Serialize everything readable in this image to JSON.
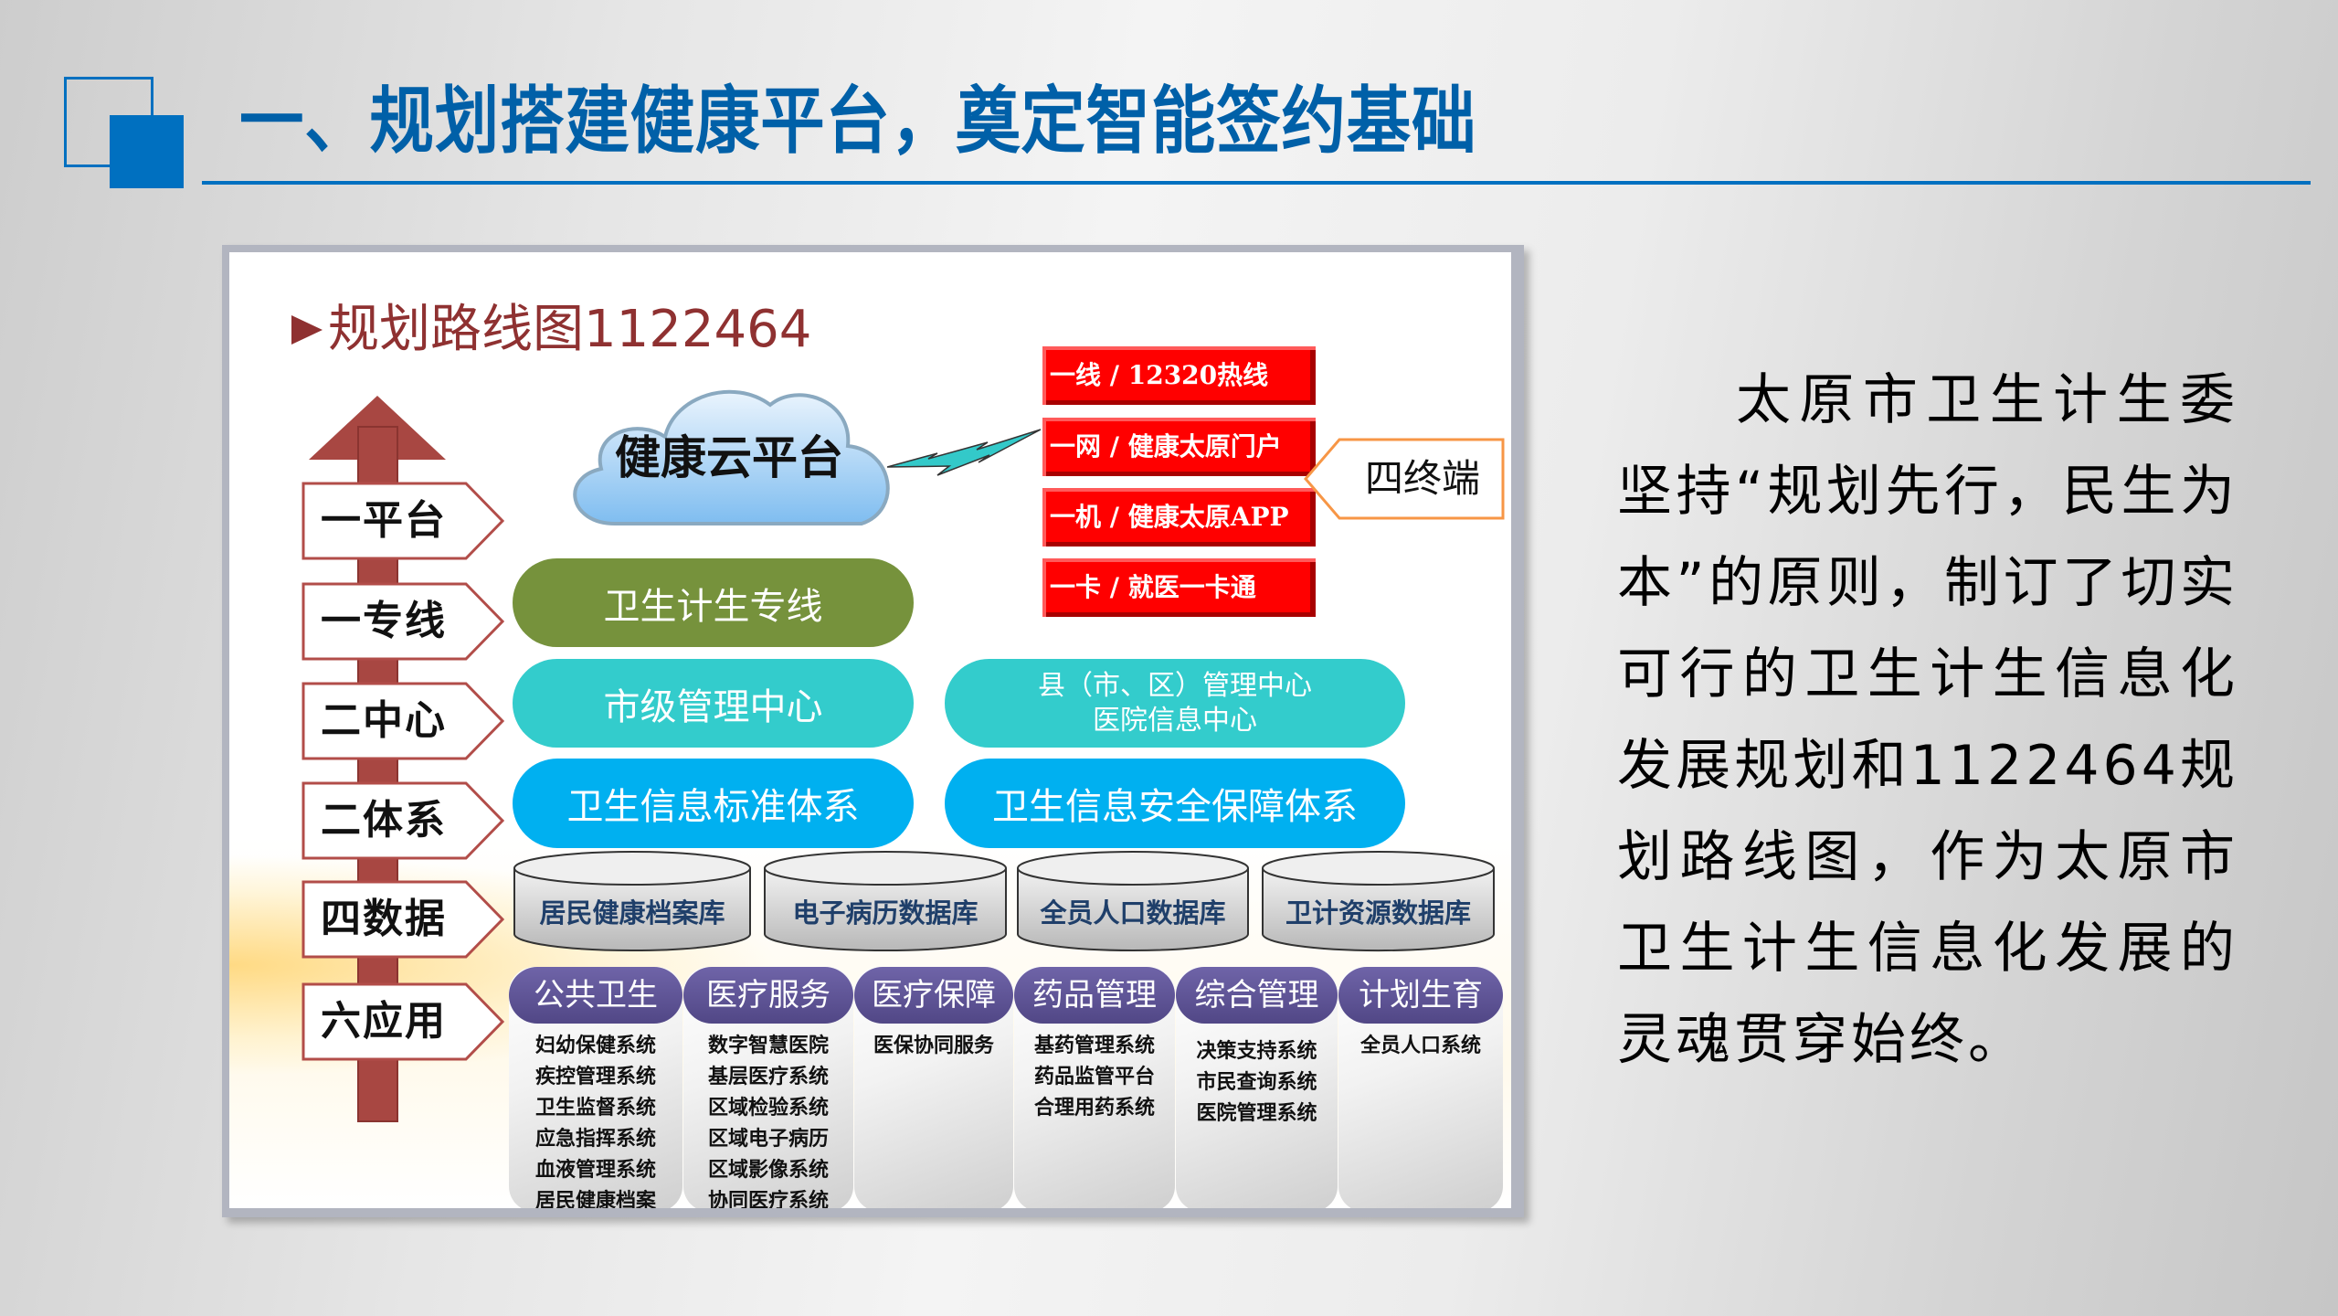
{
  "header": {
    "title": "一、规划搭建健康平台，奠定智能签约基础"
  },
  "diagram": {
    "title": "规划路线图1122464",
    "bullet_icon": "arrow-bullet-icon",
    "ladder": [
      {
        "label": "一平台"
      },
      {
        "label": "一专线"
      },
      {
        "label": "二中心"
      },
      {
        "label": "二体系"
      },
      {
        "label": "四数据"
      },
      {
        "label": "六应用"
      }
    ],
    "cloud": {
      "label": "健康云平台",
      "icon": "cloud-icon"
    },
    "lightning_icon": "lightning-bolt-icon",
    "private_line": "卫生计生专线",
    "centers": {
      "city": "市级管理中心",
      "county_line1": "县（市、区）管理中心",
      "county_line2": "医院信息中心"
    },
    "systems": {
      "standard": "卫生信息标准体系",
      "security": "卫生信息安全保障体系"
    },
    "databases": [
      {
        "label": "居民健康档案库"
      },
      {
        "label": "电子病历数据库"
      },
      {
        "label": "全员人口数据库"
      },
      {
        "label": "卫计资源数据库"
      }
    ],
    "applications": [
      {
        "title": "公共卫生",
        "items": [
          "妇幼保健系统",
          "疾控管理系统",
          "卫生监督系统",
          "应急指挥系统",
          "血液管理系统",
          "居民健康档案"
        ]
      },
      {
        "title": "医疗服务",
        "items": [
          "数字智慧医院",
          "基层医疗系统",
          "区域检验系统",
          "区域电子病历",
          "区域影像系统",
          "协同医疗系统"
        ]
      },
      {
        "title": "医疗保障",
        "items": [
          "医保协同服务"
        ]
      },
      {
        "title": "药品管理",
        "items": [
          "基药管理系统",
          "药品监管平台",
          "合理用药系统"
        ]
      },
      {
        "title": "综合管理",
        "items": [
          "决策支持系统",
          "市民查询系统",
          "医院管理系统"
        ]
      },
      {
        "title": "计划生育",
        "items": [
          "全员人口系统"
        ]
      }
    ],
    "terminals": [
      {
        "label": "一线 / 12320热线"
      },
      {
        "label": "一网 / 健康太原门户"
      },
      {
        "label": "一机 / 健康太原APP"
      },
      {
        "label": "一卡 / 就医一卡通"
      }
    ],
    "terminal_group": "四终端"
  },
  "paragraph": "太原市卫生计生委坚持“规划先行，民生为本”的原则，制订了切实可行的卫生计生信息化发展规划和1122464规划路线图，作为太原市卫生计生信息化发展的灵魂贯穿始终。",
  "colors": {
    "accent_blue": "#0070c0",
    "title_blue": "#0060a8",
    "diagram_title_red": "#8f3131",
    "arrow_red": "#a84742",
    "green": "#76923c",
    "teal": "#33cccc",
    "sky": "#00b0f0",
    "purple": "#5f55972",
    "terminal_red": "#ff0000",
    "terminal_orange": "#f79646"
  }
}
